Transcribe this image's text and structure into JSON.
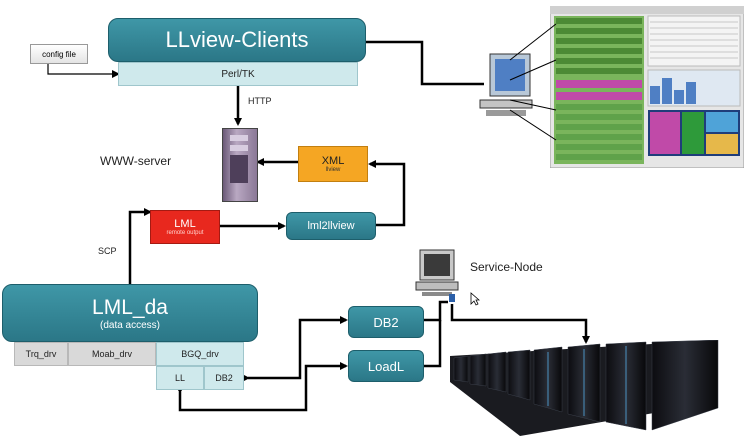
{
  "clients": {
    "title": "LLview-Clients",
    "sub": "Perl/TK"
  },
  "config": "config file",
  "http": "HTTP",
  "www": "WWW-server",
  "xml": {
    "title": "XML",
    "sub": "llview"
  },
  "lml_box": {
    "title": "LML",
    "sub": "remote output"
  },
  "lml2llview": "lml2llview",
  "scp": "SCP",
  "lml_da": {
    "title": "LML_da",
    "sub": "(data access)"
  },
  "drivers": [
    "Trq_drv",
    "Moab_drv",
    "BGQ_drv",
    "LL",
    "DB2"
  ],
  "db2": "DB2",
  "loadl": "LoadL",
  "service_node": "Service-Node",
  "colors": {
    "teal": "#2f8494",
    "pale": "#cfe9ec",
    "red": "#e8281e",
    "orange": "#f5a623"
  }
}
